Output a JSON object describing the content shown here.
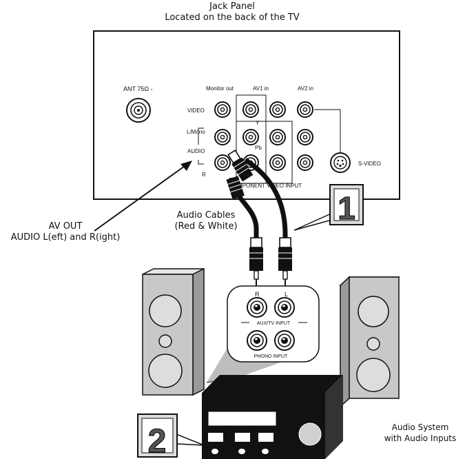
{
  "title": {
    "line1": "Jack Panel",
    "line2": "Located on the back of the TV"
  },
  "panel": {
    "ant_label": "ANT 75Ω ‐",
    "monitor_out": "Monitor out",
    "av1_in": "AV1 in",
    "av2_in": "AV2 in",
    "video": "VIDEO",
    "l_mono": "L/Mono",
    "audio": "AUDIO",
    "r": "R",
    "y": "Y",
    "pb": "Pb",
    "component": "COMPONENT VIDEO INPUT",
    "svideo": "S-VIDEO"
  },
  "callouts": {
    "av_out_line1": "AV OUT",
    "av_out_line2": "AUDIO L(eft) and R(ight)",
    "cables_line1": "Audio Cables",
    "cables_line2": "(Red & White)",
    "audio_system_line1": "Audio System",
    "audio_system_line2": "with Audio Inputs"
  },
  "steps": {
    "one": "1",
    "two": "2"
  },
  "receiver_panel": {
    "r": "R",
    "l": "L",
    "aux": "AUX/TV INPUT",
    "phono": "PHONO INPUT"
  },
  "colors": {
    "ink": "#111111",
    "speaker_front": "#c8c8c8",
    "speaker_side": "#9a9a9a",
    "step_fill": "#dddddd",
    "shadow": "#bdbdbd"
  }
}
